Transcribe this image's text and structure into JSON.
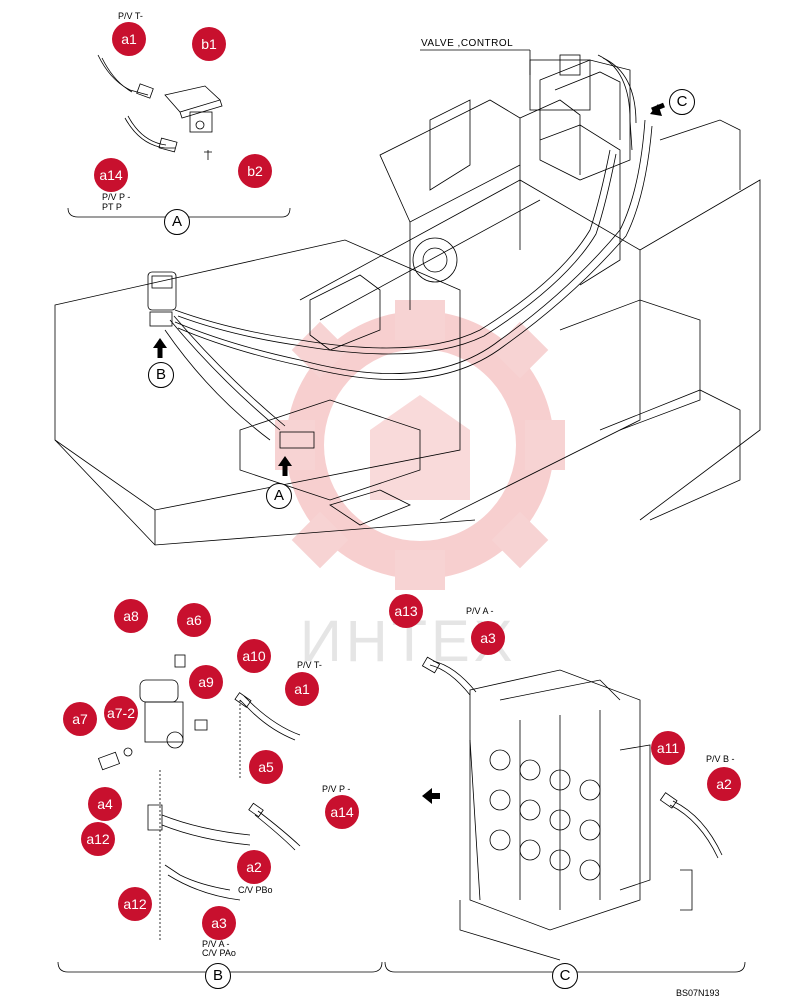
{
  "callouts": {
    "a1_top": "a1",
    "b1": "b1",
    "a14_top": "a14",
    "b2": "b2",
    "a8": "a8",
    "a6": "a6",
    "a10": "a10",
    "a9": "a9",
    "a1_b": "a1",
    "a7": "a7",
    "a7_2": "a7-2",
    "a5": "a5",
    "a4": "a4",
    "a14_b": "a14",
    "a12_1": "a12",
    "a2_b": "a2",
    "a12_2": "a12",
    "a3_b": "a3",
    "a13": "a13",
    "a3_c": "a3",
    "a11": "a11",
    "a2_c": "a2"
  },
  "labels": {
    "pv_t_top": "P/V T-",
    "pv_p_top": "P/V P -",
    "ptp": "PT P",
    "valve_control": "VALVE ,CONTROL",
    "pv_t_b": "P/V T-",
    "pv_p_b": "P/V P -",
    "cv_pbo": "C/V PBo",
    "pv_a_b": "P/V A -",
    "cv_pao": "C/V PAo",
    "pv_a_c": "P/V A -",
    "pv_b_c": "P/V B -"
  },
  "sections": {
    "A_top": "A",
    "C_arrow": "C",
    "B_arrow": "B",
    "A_arrow": "A",
    "B_bottom": "B",
    "C_bottom": "C"
  },
  "watermark": "ИНТЕХ",
  "drawing_code": "BS07N193",
  "colors": {
    "callout": "#c8102e",
    "watermark": "#f3c7c7"
  }
}
